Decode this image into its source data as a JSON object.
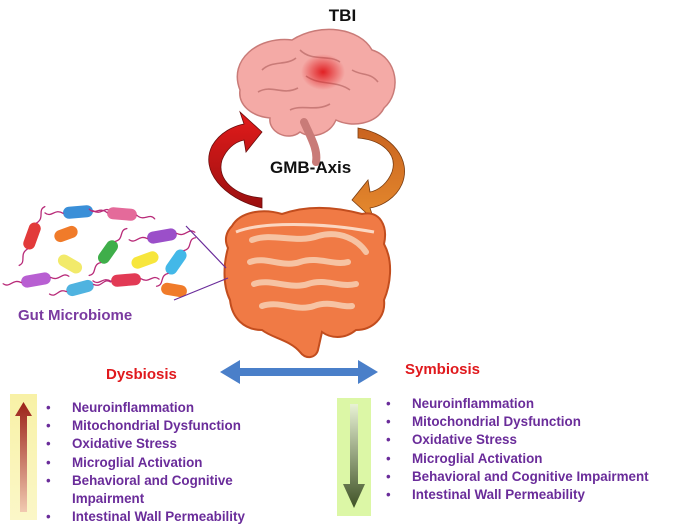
{
  "diagram": {
    "title": "TBI",
    "axis_label": "GMB-Axis",
    "microbiome_label": "Gut Microbiome",
    "dysbiosis": {
      "title": "Dysbiosis",
      "items": [
        "Neuroinflammation",
        "Mitochondrial Dysfunction",
        "Oxidative Stress",
        "Microglial Activation",
        "Behavioral and Cognitive Impairment",
        "Intestinal Wall Permeability"
      ]
    },
    "symbiosis": {
      "title": "Symbiosis",
      "items": [
        "Neuroinflammation",
        "Mitochondrial Dysfunction",
        "Oxidative Stress",
        "Microglial Activation",
        "Behavioral and Cognitive Impairment",
        "Intestinal Wall Permeability"
      ]
    },
    "colors": {
      "brain": "#f2a3a0",
      "injury": "#e0191d",
      "intestine": "#f07a45",
      "label_red": "#e0191d",
      "label_purple": "#6a2c9a",
      "double_arrow": "#4a7fc9",
      "increase_arrow": "#a42a23",
      "decrease_arrow": "#3f5226"
    }
  }
}
